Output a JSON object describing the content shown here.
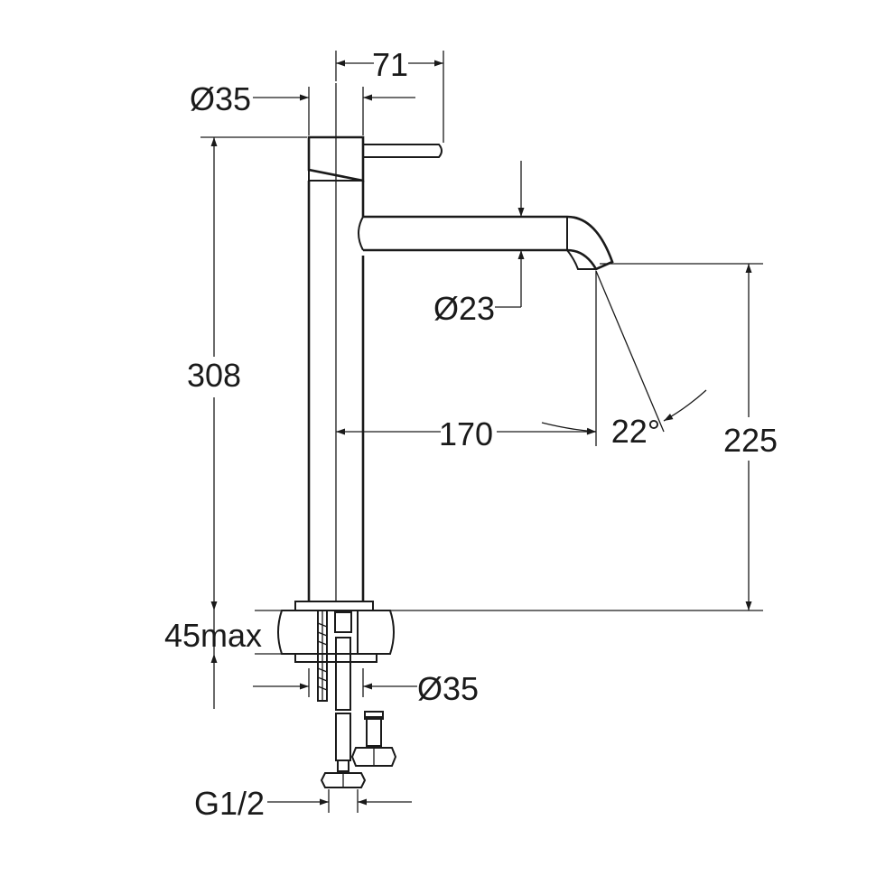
{
  "dimensions": {
    "lever_length": "71",
    "handle_diameter": "Ø35",
    "spout_diameter": "Ø23",
    "total_height": "308",
    "spout_reach": "170",
    "spout_angle": "22°",
    "spout_height": "225",
    "max_deck_thickness": "45max",
    "base_diameter": "Ø35",
    "connection_thread": "G1/2"
  },
  "colors": {
    "ink": "#1a1a1a",
    "background": "#ffffff"
  }
}
